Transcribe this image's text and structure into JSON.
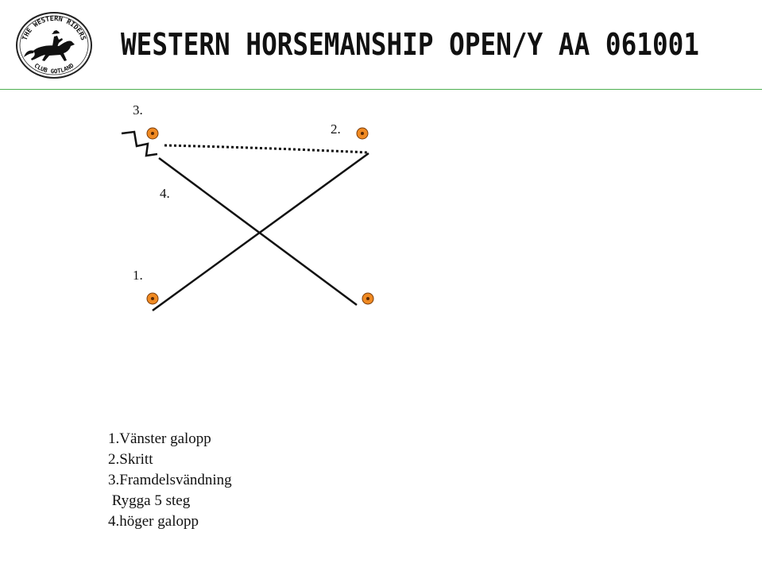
{
  "header": {
    "title": "WESTERN HORSEMANSHIP OPEN/Y AA 061001",
    "logo": {
      "top_text": "THE WESTERN RIDERS",
      "bottom_text": "CLUB GOTLAND",
      "icon": "horse-rider-icon"
    },
    "rule_color": "#4caf50"
  },
  "pattern": {
    "labels": [
      "1.",
      "2.",
      "3.",
      "4."
    ],
    "marker_color": "#e8861a"
  },
  "steps": [
    "1.Vänster galopp",
    "2.Skritt",
    "3.Framdelsvändning",
    " Rygga 5 steg",
    "4.höger galopp"
  ]
}
